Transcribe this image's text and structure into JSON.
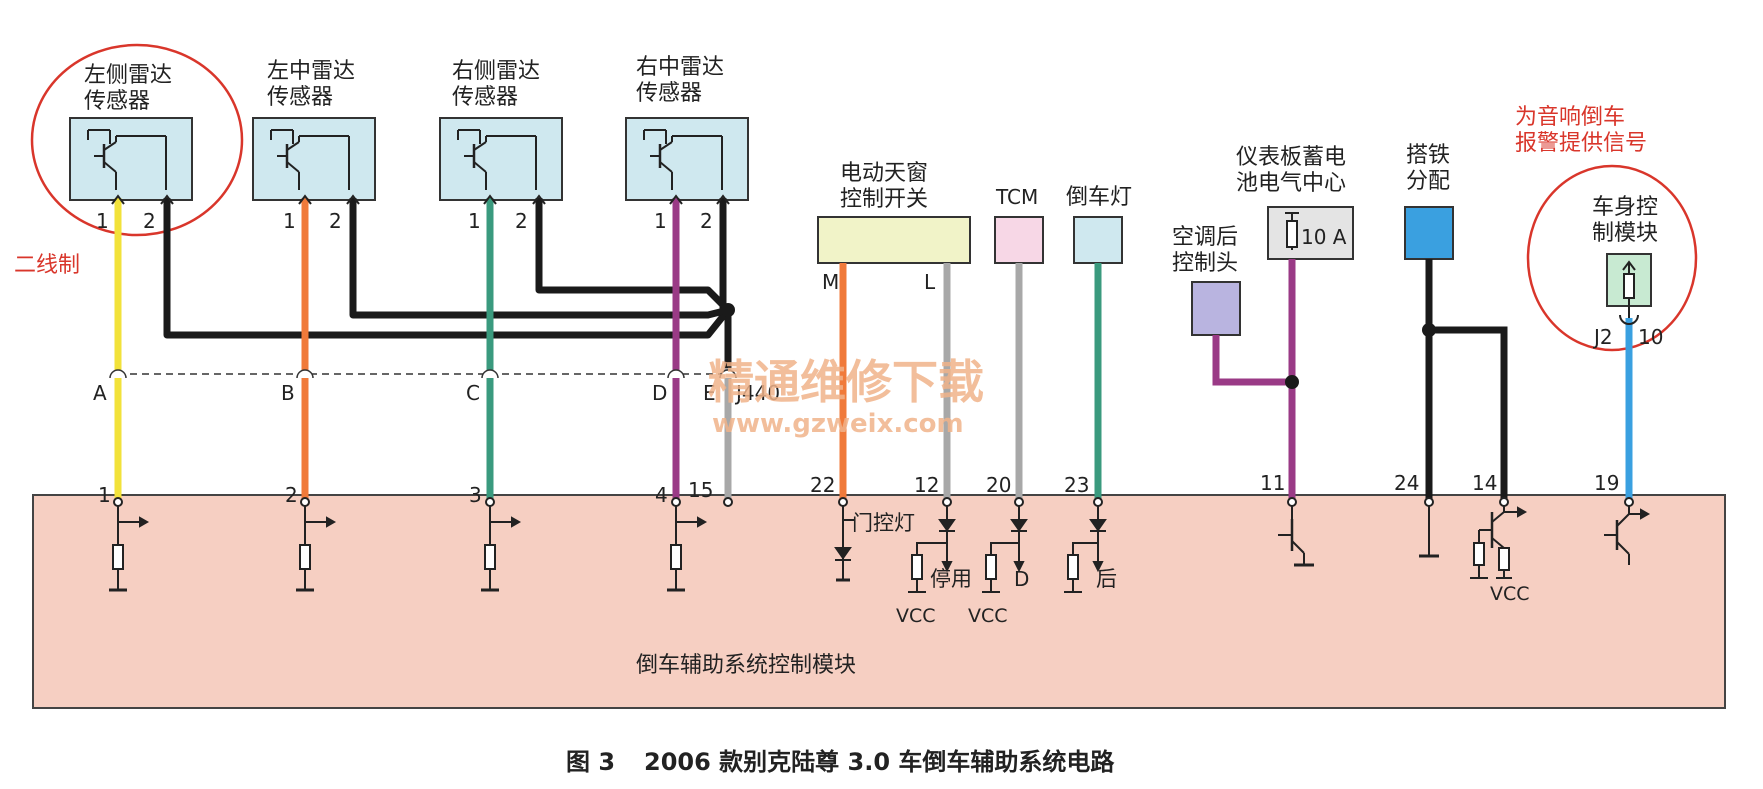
{
  "sensors": [
    {
      "label_line1": "左侧雷达",
      "label_line2": "传感器",
      "pin1": "1",
      "pin2": "2"
    },
    {
      "label_line1": "左中雷达",
      "label_line2": "传感器",
      "pin1": "1",
      "pin2": "2"
    },
    {
      "label_line1": "右侧雷达",
      "label_line2": "传感器",
      "pin1": "1",
      "pin2": "2"
    },
    {
      "label_line1": "右中雷达",
      "label_line2": "传感器",
      "pin1": "1",
      "pin2": "2"
    }
  ],
  "annotations": {
    "two_wire": "二线制",
    "audio_line1": "为音响倒车",
    "audio_line2": "报警提供信号"
  },
  "connector": {
    "letters": [
      "A",
      "B",
      "C",
      "D",
      "E"
    ],
    "name": "J440"
  },
  "components": {
    "sunroof_line1": "电动天窗",
    "sunroof_line2": "控制开关",
    "sunroof_pin_m": "M",
    "sunroof_pin_l": "L",
    "tcm": "TCM",
    "reverse_lamp": "倒车灯",
    "ac_line1": "空调后",
    "ac_line2": "控制头",
    "ipc_line1": "仪表板蓄电",
    "ipc_line2": "池电气中心",
    "fuse": "10 A",
    "ground_line1": "搭铁",
    "ground_line2": "分配",
    "bcm_line1": "车身控",
    "bcm_line2": "制模块",
    "bcm_pin_conn": "J2",
    "bcm_pin_num": "10"
  },
  "module": {
    "title": "倒车辅助系统控制模块",
    "pins": [
      "1",
      "2",
      "3",
      "4",
      "15",
      "22",
      "12",
      "20",
      "23",
      "11",
      "24",
      "14",
      "19"
    ],
    "door_lamp": "门控灯",
    "disable": "停用",
    "drive": "D",
    "reverse": "后",
    "vcc1": "VCC",
    "vcc2": "VCC",
    "vcc3": "VCC"
  },
  "watermark": {
    "line1": "精通维修下载",
    "line2": "www.gzweix.com"
  },
  "caption": {
    "figure": "图 3",
    "text": "2006 款别克陆尊 3.0 车倒车辅助系统电路"
  },
  "colors": {
    "module_fill": "#f6cfc2",
    "sensor_fill": "#cfe8ef",
    "yellow": "#f2e23a",
    "orange": "#f07a3a",
    "green": "#3a9a7e",
    "purple": "#9a3a86",
    "gray": "#a8a8a8",
    "blue": "#3aa0e0",
    "black": "#1a1a1a",
    "red": "#d9362b"
  }
}
